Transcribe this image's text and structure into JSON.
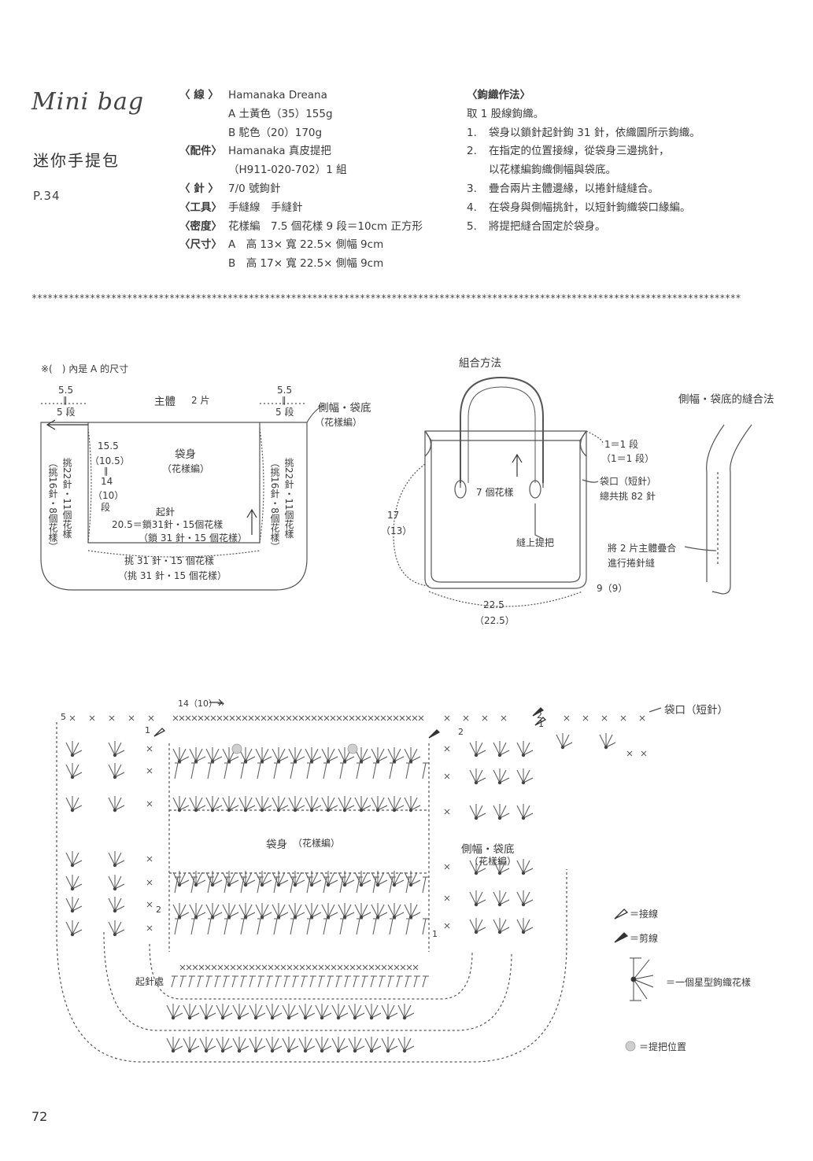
{
  "header": {
    "script_title": "Mini bag",
    "cn_title": "迷你手提包",
    "page_ref": "P.34"
  },
  "specs": [
    {
      "label": "〈 線 〉",
      "lines": [
        "Hamanaka Dreana",
        "A 土黃色（35）155g",
        "B 駝色（20）170g"
      ]
    },
    {
      "label": "〈配件〉",
      "lines": [
        "Hamanaka 真皮提把",
        "（H911-020-702）1 組"
      ]
    },
    {
      "label": "〈 針 〉",
      "lines": [
        "7/0 號鉤針"
      ]
    },
    {
      "label": "〈工具〉",
      "lines": [
        "手縫線　手縫針"
      ]
    },
    {
      "label": "〈密度〉",
      "lines": [
        "花樣編　7.5 個花樣 9 段＝10cm 正方形"
      ]
    },
    {
      "label": "〈尺寸〉",
      "lines": [
        "A　高 13× 寬 22.5× 側幅 9cm",
        "B　高 17× 寬 22.5× 側幅 9cm"
      ]
    }
  ],
  "method": {
    "heading": "〈鉤織作法〉",
    "intro": "取 1 股線鉤織。",
    "steps": [
      {
        "num": "1.",
        "text": "袋身以鎖針起針鉤 31 針，依織圖所示鉤織。"
      },
      {
        "num": "2.",
        "text": "在指定的位置接線，從袋身三邊挑針，"
      },
      {
        "num": "",
        "text": "以花樣編鉤織側幅與袋底。"
      },
      {
        "num": "3.",
        "text": "疊合兩片主體邊緣，以捲針縫縫合。"
      },
      {
        "num": "4.",
        "text": "在袋身與側幅挑針，以短針鉤織袋口緣編。"
      },
      {
        "num": "5.",
        "text": "將提把縫合固定於袋身。"
      }
    ]
  },
  "separator": "**************************************************************************************************************************************",
  "diagram1": {
    "note": "※(　) 內是 A 的尺寸",
    "title": "主體",
    "count": "2 片",
    "left_top_val": "5.5",
    "left_top_eq": "‖",
    "left_top_rows": "5 段",
    "right_top_val": "5.5",
    "right_top_eq": "‖",
    "right_top_rows": "5 段",
    "side_label": "側幅・袋底",
    "side_sub": "（花樣編）",
    "body_label": "袋身",
    "body_sub": "（花樣編）",
    "h_a": "15.5",
    "h_b": "（10.5）",
    "h_eq": "‖",
    "h_c": "14",
    "h_d": "（10）",
    "h_e": "段",
    "start": "起針",
    "chain1": "20.5＝鎖31針・15個花樣",
    "chain2": "（鎖 31 針・15 個花樣）",
    "pick1": "挑 31 針・15 個花樣",
    "pick2": "（挑 31 針・15 個花樣）",
    "left_v1": "挑22針・11個花樣",
    "left_v2": "（挑16針・8個花樣）",
    "right_v1": "挑22針・11個花樣",
    "right_v2": "（挑16針・8個花樣）"
  },
  "diagram2": {
    "title": "組合方法",
    "r1": "1＝1 段",
    "r2": "（1＝1 段）",
    "rim1": "袋口（短針）",
    "rim2": "總共挑 82 針",
    "motif": "7 個花樣",
    "sew": "縫上提把",
    "h1": "17",
    "h2": "（13）",
    "w1": "22.5",
    "w2": "（22.5）",
    "d": "9（9）"
  },
  "diagram3": {
    "title": "側幅・袋底的縫合法",
    "note1": "將 2 片主體疊合",
    "note2": "進行捲針縫"
  },
  "chart": {
    "rim_label": "袋口（短針）",
    "rows_label": "14（10）→",
    "body_label": "袋身",
    "body_sub": "（花樣編）",
    "side_label": "側幅・袋底",
    "side_sub": "（花樣編）",
    "start_label": "起針處",
    "n5": "5",
    "n1a": "1",
    "n2a": "2",
    "n2b": "2",
    "n1b": "1",
    "n2c": "2",
    "n1c": "1"
  },
  "legend": {
    "join": "＝接線",
    "cut": "＝剪線",
    "star": "＝一個星型鉤織花樣",
    "handle": "＝提把位置"
  },
  "page_number": "72"
}
